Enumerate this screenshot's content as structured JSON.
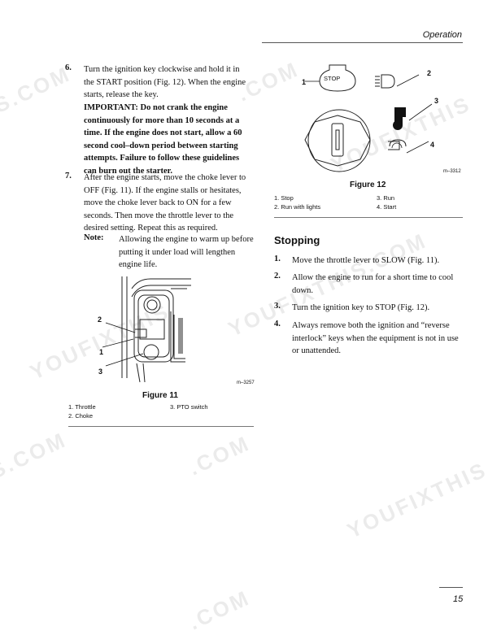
{
  "header": {
    "section": "Operation"
  },
  "left_column": {
    "step6": {
      "number": "6.",
      "lines": [
        "Turn the ignition key clockwise and hold it in",
        "the START position (Fig. 12). When the engine",
        "starts, release the key."
      ],
      "important_lines": [
        "IMPORTANT: Do not crank the engine",
        "continuously for more than 10 seconds at a",
        "time.  If the engine does not start, allow a 60",
        "second cool–down period between starting",
        "attempts.  Failure to follow these guidelines",
        "can burn out the starter."
      ]
    },
    "step7": {
      "number": "7.",
      "lines": [
        "After the engine starts, move the choke lever to",
        "OFF (Fig. 11). If the engine stalls or hesitates,",
        "move the choke lever back to ON for a few",
        "seconds. Then move the throttle lever to the",
        "desired setting. Repeat this as required."
      ]
    },
    "note": {
      "label": "Note:",
      "lines": [
        "Allowing the engine to warm up before",
        "putting it under load will lengthen",
        "engine life."
      ]
    },
    "figure11": {
      "callouts": [
        "2",
        "1",
        "3"
      ],
      "code": "m–3257",
      "title": "Figure 11",
      "legend": [
        "1.   Throttle",
        "2.   Choke",
        "3.   PTO switch"
      ]
    }
  },
  "right_column": {
    "figure12": {
      "stop_label": "STOP",
      "callouts": [
        "1",
        "2",
        "3",
        "4"
      ],
      "code": "m–3312",
      "title": "Figure 12",
      "legend": [
        "1.   Stop",
        "2.   Run with lights",
        "3.   Run",
        "4.   Start"
      ]
    },
    "stopping": {
      "title": "Stopping",
      "steps": [
        {
          "number": "1.",
          "lines": [
            "Move the throttle lever to SLOW (Fig. 11)."
          ]
        },
        {
          "number": "2.",
          "lines": [
            "Allow the engine to run for a short time to cool",
            "down."
          ]
        },
        {
          "number": "3.",
          "lines": [
            "Turn the ignition key to STOP (Fig. 12)."
          ]
        },
        {
          "number": "4.",
          "lines": [
            "Always remove both the ignition and “reverse",
            "interlock” keys when the equipment is not in use",
            "or unattended."
          ]
        }
      ]
    }
  },
  "watermarks": [
    "S.COM",
    ".COM",
    "YOUFIXTHIS",
    "YOUFIXTHIS.COM",
    "YOUFIXTHIS",
    "YOUFIXTHIS",
    ".COM",
    ".COM",
    "S.COM"
  ],
  "page_number": "15"
}
